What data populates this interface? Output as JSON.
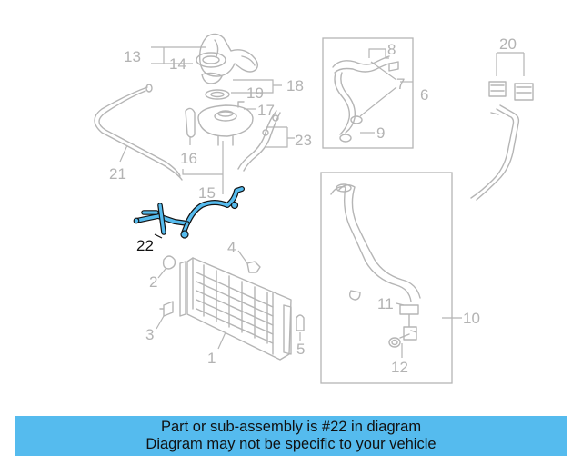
{
  "diagram": {
    "highlight_color": "#55bbee",
    "highlighted_part": "22",
    "labels": {
      "p1": "1",
      "p2": "2",
      "p3": "3",
      "p4": "4",
      "p5": "5",
      "p6": "6",
      "p7": "7",
      "p8": "8",
      "p9": "9",
      "p10": "10",
      "p11": "11",
      "p12": "12",
      "p13": "13",
      "p14": "14",
      "p15": "15",
      "p16": "16",
      "p17": "17",
      "p18": "18",
      "p19": "19",
      "p20": "20",
      "p21": "21",
      "p22": "22",
      "p23": "23"
    }
  },
  "caption": {
    "line1": "Part or sub-assembly is #22 in diagram",
    "line2": "Diagram may not be specific to your vehicle",
    "background": "#55bbee"
  }
}
